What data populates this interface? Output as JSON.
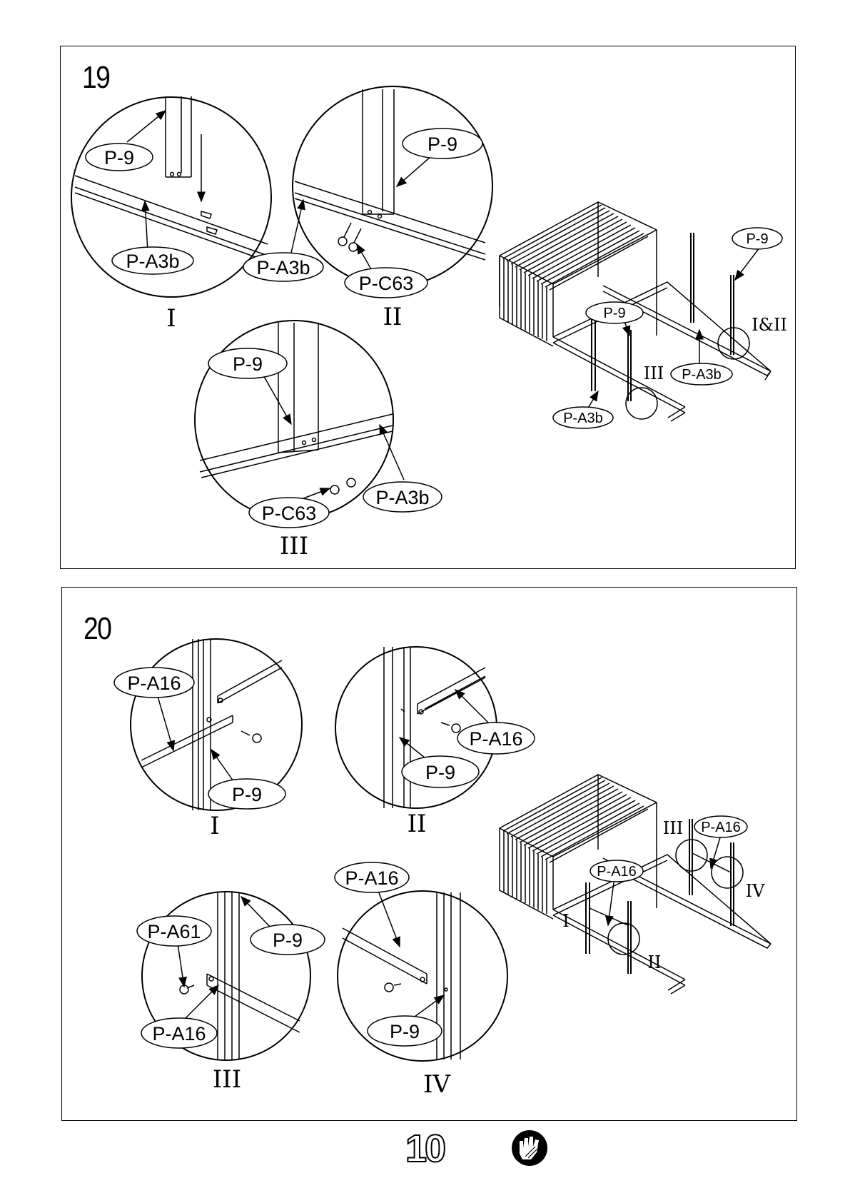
{
  "step19": {
    "number": "19",
    "detail_I": {
      "roman": "I",
      "parts": [
        "P-9",
        "P-A3b"
      ]
    },
    "detail_II": {
      "roman": "II",
      "parts": [
        "P-9",
        "P-A3b",
        "P-C63"
      ]
    },
    "detail_III": {
      "roman": "III",
      "parts": [
        "P-9",
        "P-C63",
        "P-A3b"
      ]
    },
    "overview": {
      "parts": [
        "P-9",
        "P-9",
        "P-A3b",
        "P-A3b"
      ],
      "marks": [
        "I&II",
        "III"
      ]
    }
  },
  "step20": {
    "number": "20",
    "detail_I": {
      "roman": "I",
      "parts": [
        "P-A16",
        "P-9"
      ]
    },
    "detail_II": {
      "roman": "II",
      "parts": [
        "P-A16",
        "P-9"
      ]
    },
    "detail_III": {
      "roman": "III",
      "parts": [
        "P-A61",
        "P-9",
        "P-A16"
      ]
    },
    "detail_IV": {
      "roman": "IV",
      "parts": [
        "P-A16",
        "P-9"
      ]
    },
    "overview": {
      "parts": [
        "P-A16",
        "P-A16"
      ],
      "marks": [
        "III",
        "IV",
        "I",
        "II"
      ]
    }
  },
  "footer": {
    "page_number": "10",
    "icon": "gloves-icon"
  }
}
